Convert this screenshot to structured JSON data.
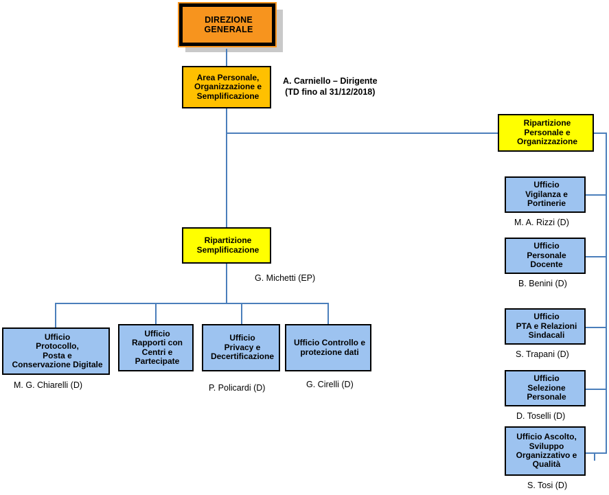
{
  "chart": {
    "title": "Organigramma Direzione Generale",
    "colors": {
      "orange": "#F7941E",
      "amber": "#FFC000",
      "yellow": "#FFFF00",
      "blue": "#9DC3F0",
      "connector": "#4A7EBB",
      "shadow": "#C9C9C9",
      "border": "#000000"
    }
  },
  "nodes": {
    "direzione_generale": {
      "line1": "DIREZIONE",
      "line2": "GENERALE"
    },
    "area_personale": {
      "line1": "Area Personale,",
      "line2": "Organizzazione e",
      "line3": "Semplificazione"
    },
    "ripartizione_semplificazione": {
      "line1": "Ripartizione",
      "line2": "Semplificazione"
    },
    "ripartizione_personale": {
      "line1": "Ripartizione",
      "line2": "Personale e",
      "line3": "Organizzazione"
    },
    "ufficio_vigilanza": {
      "line1": "Ufficio",
      "line2": "Vigilanza e",
      "line3": "Portinerie"
    },
    "ufficio_personale_docente": {
      "line1": "Ufficio",
      "line2": "Personale",
      "line3": "Docente"
    },
    "ufficio_pta": {
      "line1": "Ufficio",
      "line2": "PTA e Relazioni",
      "line3": "Sindacali"
    },
    "ufficio_selezione": {
      "line1": "Ufficio",
      "line2": "Selezione",
      "line3": "Personale"
    },
    "ufficio_ascolto": {
      "line1": "Ufficio Ascolto,",
      "line2": "Sviluppo",
      "line3": "Organizzativo e",
      "line4": "Qualità"
    },
    "ufficio_protocollo": {
      "line1": "Ufficio",
      "line2": "Protocollo,",
      "line3": "Posta e",
      "line4": "Conservazione Digitale"
    },
    "ufficio_rapporti": {
      "line1": "Ufficio",
      "line2": "Rapporti con",
      "line3": "Centri e",
      "line4": "Partecipate"
    },
    "ufficio_privacy": {
      "line1": "Ufficio",
      "line2": "Privacy e",
      "line3": "Decertificazione"
    },
    "ufficio_controllo": {
      "line1": "Ufficio Controllo e",
      "line2": "protezione dati"
    }
  },
  "captions": {
    "carniello_line1": "A. Carniello – Dirigente",
    "carniello_line2": "(TD fino al 31/12/2018)",
    "michetti": "G. Michetti (EP)",
    "rizzi": "M. A. Rizzi (D)",
    "benini": "B. Benini (D)",
    "trapani": "S. Trapani (D)",
    "toselli": "D. Toselli (D)",
    "tosi": "S. Tosi (D)",
    "chiarelli": "M. G. Chiarelli (D)",
    "policardi": "P. Policardi (D)",
    "cirelli": "G. Cirelli (D)"
  }
}
